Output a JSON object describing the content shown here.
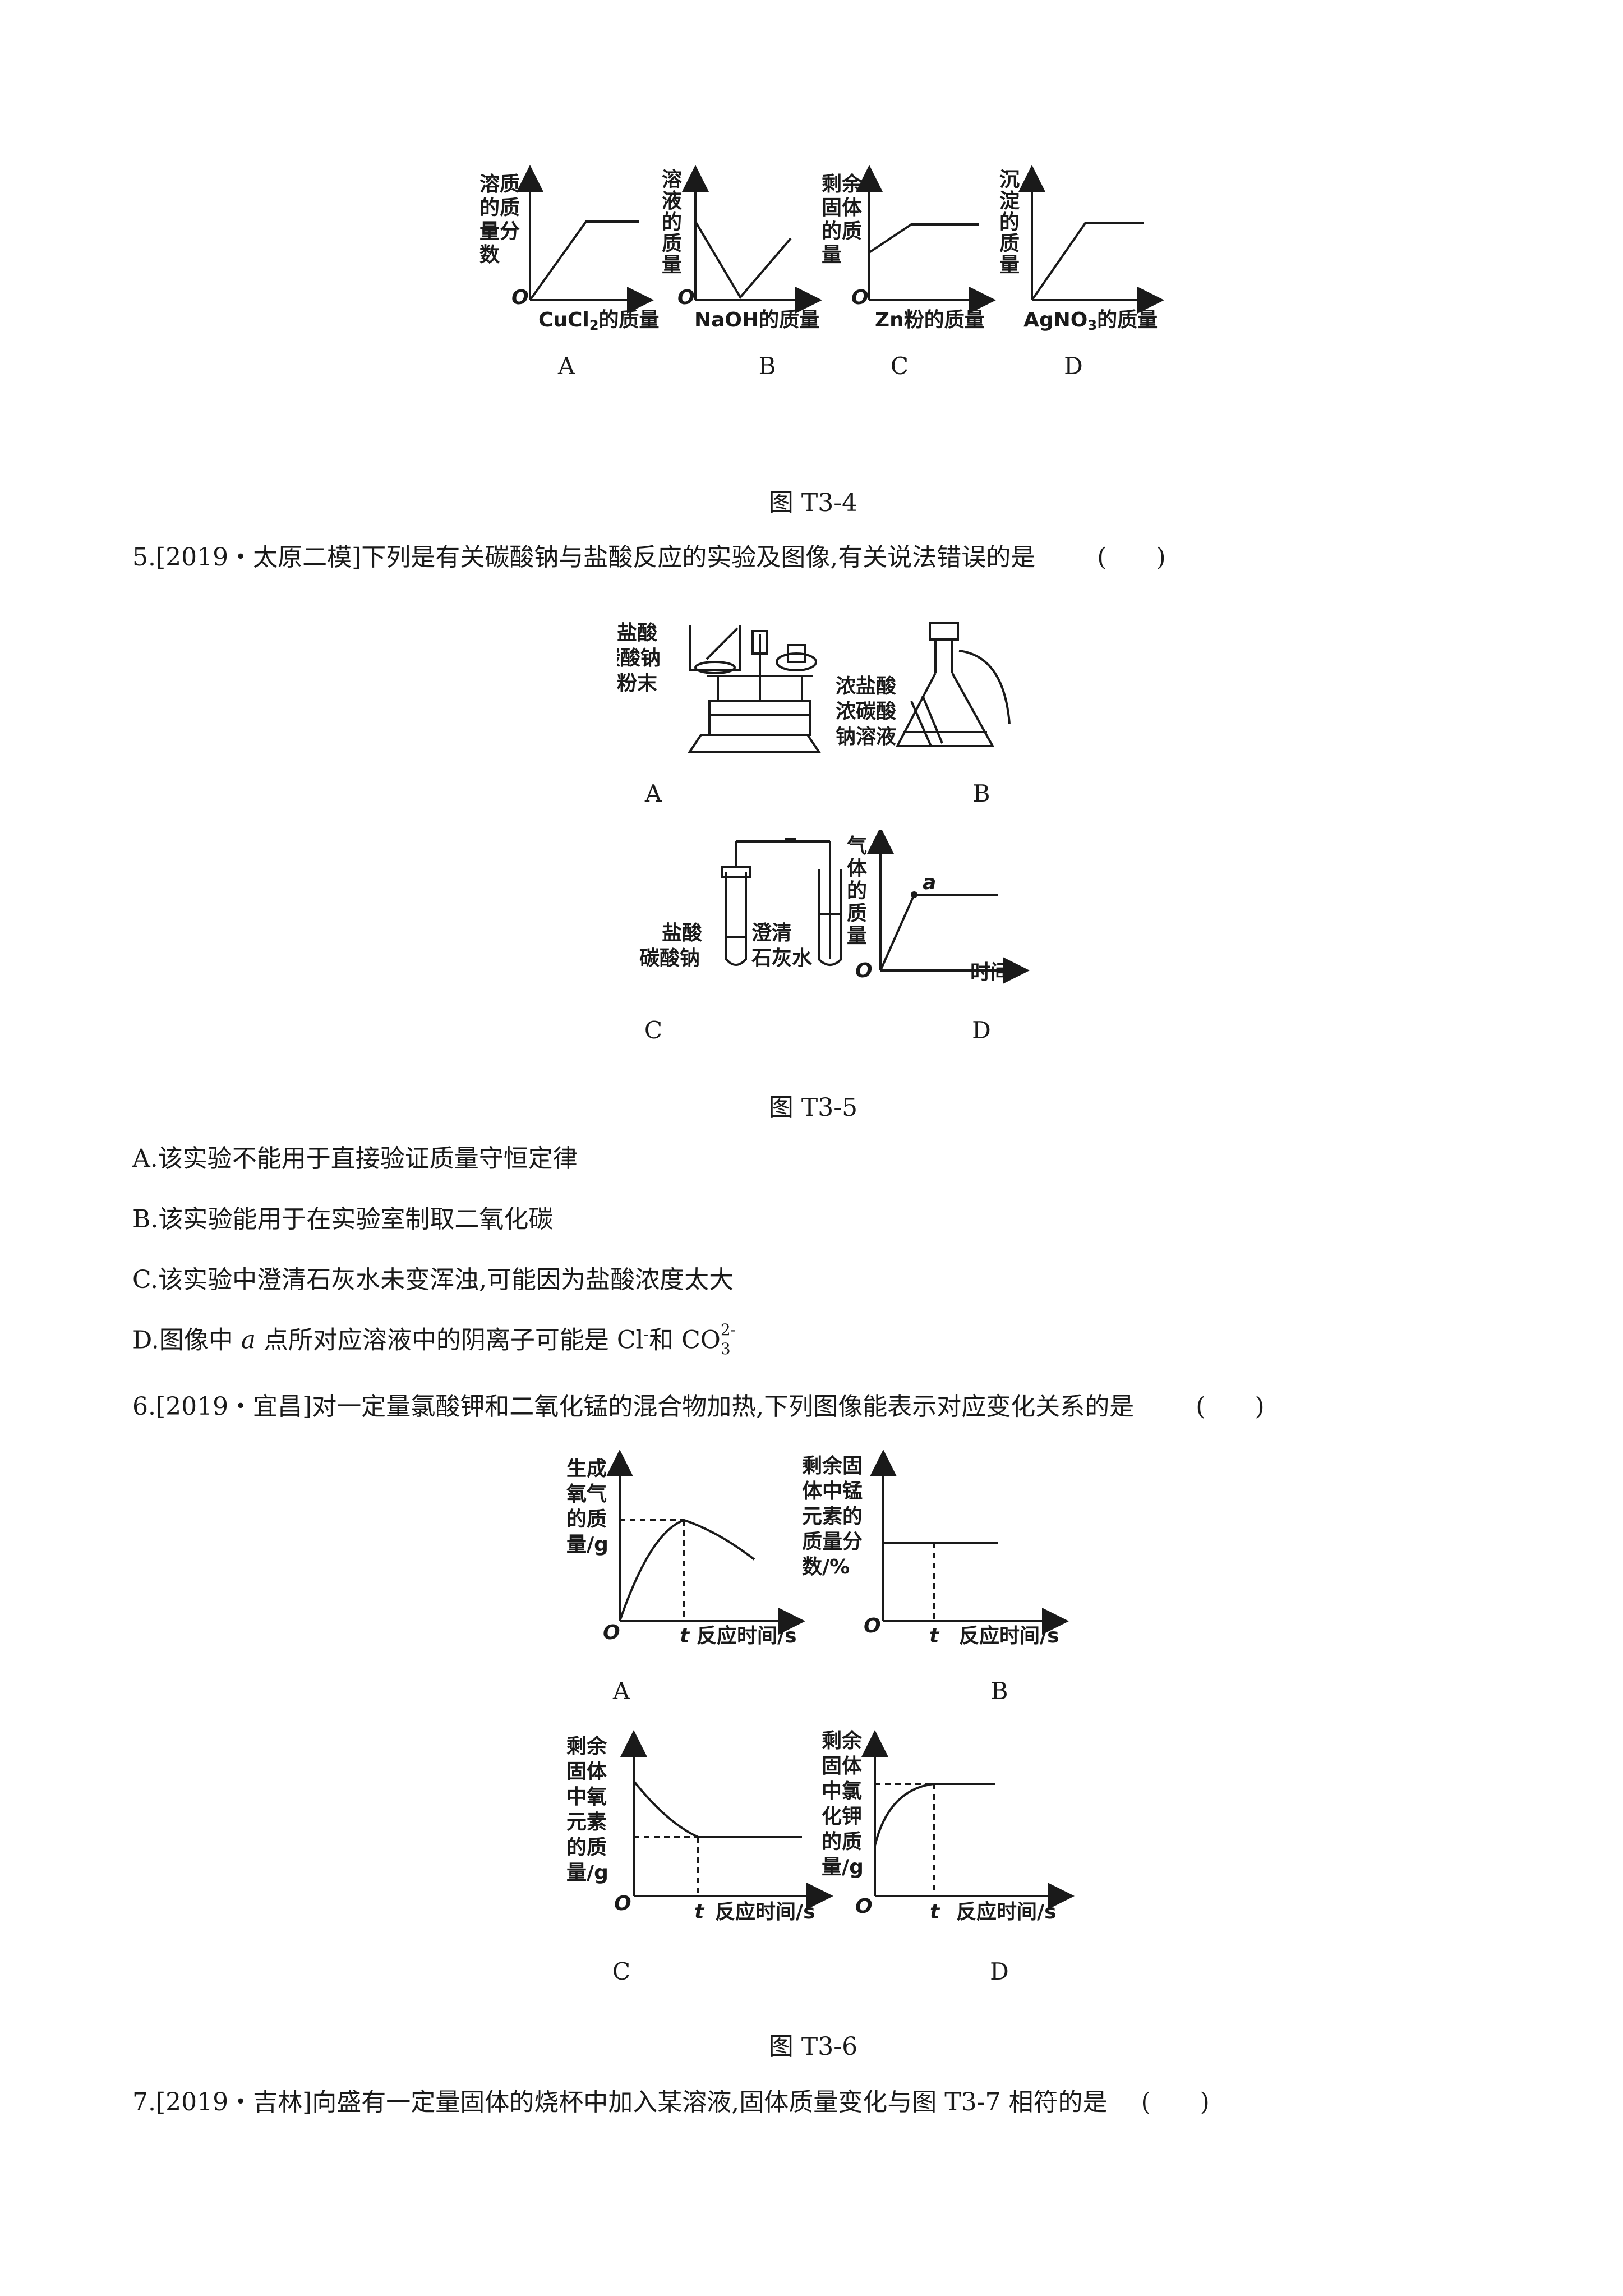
{
  "fig4": {
    "graphs": [
      {
        "letter": "A",
        "ylabel": [
          "溶质",
          "的质",
          "量分",
          "数"
        ],
        "xlabel_main": "CuCl",
        "xlabel_sub": "2",
        "xlabel_tail": "的质量"
      },
      {
        "letter": "B",
        "ylabel": [
          "溶",
          "液",
          "的",
          "质",
          "量"
        ],
        "xlabel_main": "NaOH的质量"
      },
      {
        "letter": "C",
        "ylabel": [
          "剩余",
          "固体",
          "的质",
          "量"
        ],
        "xlabel_main": "Zn粉的质量"
      },
      {
        "letter": "D",
        "ylabel": [
          "沉",
          "淀",
          "的",
          "质",
          "量"
        ],
        "xlabel_main": "AgNO",
        "xlabel_sub": "3",
        "xlabel_tail": "的质量"
      }
    ],
    "origin": "O",
    "caption": "图 T3-4"
  },
  "q5": {
    "number": "5.",
    "source": "[2019・太原二模]",
    "stem": "下列是有关碳酸钠与盐酸反应的实验及图像,有关说法错误的是",
    "paren": "(　　)",
    "figA_labels": [
      "盐酸",
      "碳酸钠",
      "粉末"
    ],
    "figB_labels": [
      "浓盐酸",
      "浓碳酸",
      "钠溶液"
    ],
    "figC_labels": [
      "盐酸",
      "碳酸钠",
      "澄清",
      "石灰水"
    ],
    "figD_ylabel": [
      "气",
      "体",
      "的",
      "质",
      "量"
    ],
    "figD_xlabel": "时间",
    "figD_point": "a",
    "letters": [
      "A",
      "B",
      "C",
      "D"
    ],
    "caption": "图 T3-5",
    "options": [
      "A.该实验不能用于直接验证质量守恒定律",
      "B.该实验能用于在实验室制取二氧化碳",
      "C.该实验中澄清石灰水未变浑浊,可能因为盐酸浓度太大"
    ],
    "optionD_prefix": "D.图像中 ",
    "optionD_var": "a",
    "optionD_mid": " 点所对应溶液中的阴离子可能是 Cl",
    "optionD_minus": "-",
    "optionD_and": "和 CO",
    "optionD_sup": "2-",
    "optionD_sub": "3"
  },
  "q6": {
    "number": "6.",
    "source": "[2019・宜昌]",
    "stem": "对一定量氯酸钾和二氧化锰的混合物加热,下列图像能表示对应变化关系的是",
    "paren": "(　　)",
    "graphs": [
      {
        "letter": "A",
        "ylabel": [
          "生成",
          "氧气",
          "的质",
          "量/g"
        ]
      },
      {
        "letter": "B",
        "ylabel": [
          "剩余固",
          "体中锰",
          "元素的",
          "质量分",
          "数/%"
        ]
      },
      {
        "letter": "C",
        "ylabel": [
          "剩余",
          "固体",
          "中氧",
          "元素",
          "的质",
          "量/g"
        ]
      },
      {
        "letter": "D",
        "ylabel": [
          "剩余",
          "固体",
          "中氯",
          "化钾",
          "的质",
          "量/g"
        ]
      }
    ],
    "xlabel": "反应时间/s",
    "t": "t",
    "origin": "O",
    "caption": "图 T3-6"
  },
  "q7": {
    "number": "7.",
    "source": "[2019・吉林]",
    "stem": "向盛有一定量固体的烧杯中加入某溶液,固体质量变化与图 T3-7 相符的是",
    "paren": "(　　)"
  }
}
